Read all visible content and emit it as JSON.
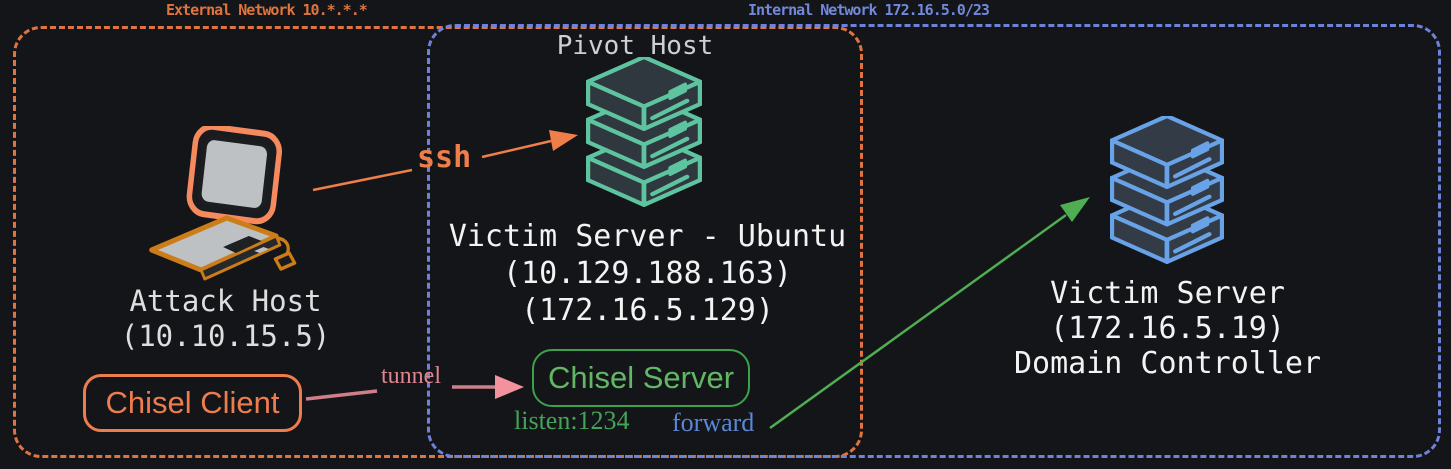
{
  "networks": {
    "external": {
      "label": "External Network 10.*.*.*",
      "color": "#e0743f"
    },
    "internal": {
      "label": "Internal Network 172.16.5.0/23",
      "color": "#7289d9"
    }
  },
  "nodes": {
    "attack_host": {
      "name": "Attack Host",
      "ip": "(10.10.15.5)",
      "component": "Chisel Client"
    },
    "pivot_host": {
      "title": "Pivot Host",
      "name": "Victim Server - Ubuntu",
      "ip_external": "(10.129.188.163)",
      "ip_internal": "(172.16.5.129)",
      "component": "Chisel Server",
      "listen_label": "listen:1234",
      "forward_label": "forward"
    },
    "domain_controller": {
      "name": "Victim Server",
      "ip": "(172.16.5.19)",
      "role": "Domain Controller"
    }
  },
  "connections": {
    "ssh": {
      "label": "ssh",
      "color": "#ef7e48"
    },
    "tunnel": {
      "label": "tunnel",
      "color": "#f2929c"
    },
    "forward": {
      "color": "#4fae52"
    }
  },
  "colors": {
    "background": "#141519",
    "pivot_server_icon": "#5ec4a0",
    "dc_server_icon": "#68a3e8",
    "chisel_client_accent": "#ed7d4d",
    "chisel_server_accent": "#3da14b",
    "label_text": "#f3f3f3"
  }
}
